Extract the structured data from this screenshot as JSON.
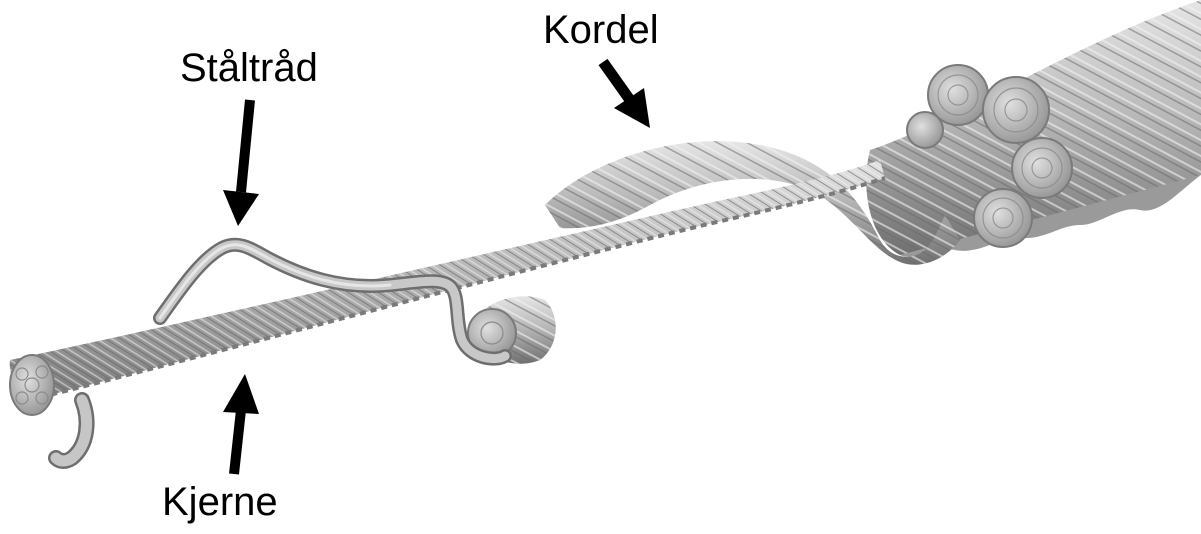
{
  "labels": {
    "steel_wire": "Ståltråd",
    "strand": "Kordel",
    "core": "Kjerne"
  },
  "colors": {
    "rope_light": "#d9d9d9",
    "rope_mid": "#a9a9a9",
    "rope_dark": "#6f6f6f",
    "arrow": "#000000",
    "text": "#000000"
  }
}
